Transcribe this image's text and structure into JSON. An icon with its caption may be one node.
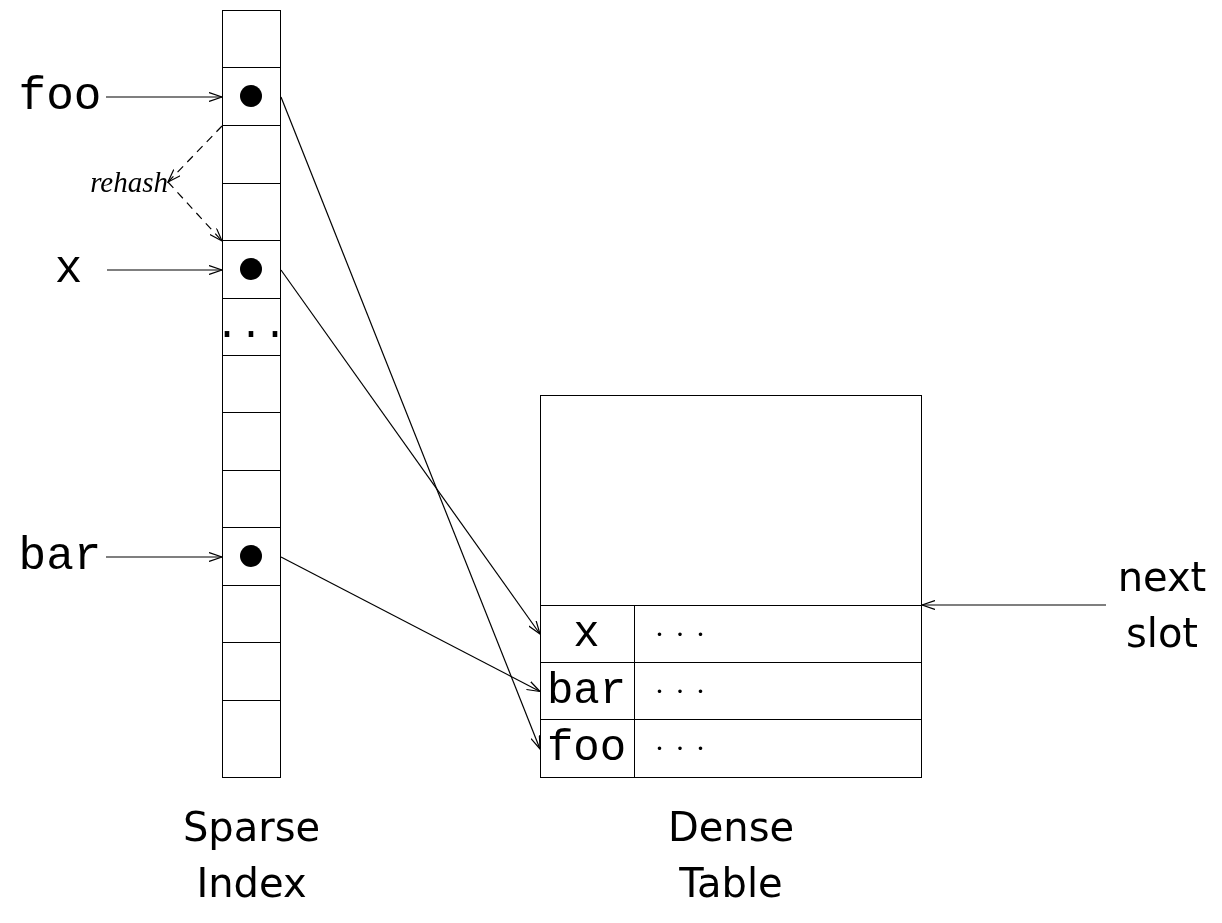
{
  "diagram": {
    "nodes": [
      {
        "text": [
          "foo"
        ]
      },
      {
        "text": [
          "rehash"
        ]
      },
      {
        "text": [
          "x"
        ]
      },
      {
        "text": [
          "bar"
        ]
      },
      {
        "text": [
          "Sparse Index"
        ]
      },
      {
        "text": [],
        "shape": "box",
        "in": 4
      },
      {
        "text": [],
        "shape": "box",
        "in": 4
      },
      {
        "text": [],
        "shape": "box",
        "in": 4
      },
      {
        "text": [],
        "shape": "box",
        "in": 4
      },
      {
        "text": [],
        "shape": "box",
        "in": 4
      },
      {
        "text": [
          "..."
        ],
        "in": 4
      },
      {
        "text": [],
        "shape": "box",
        "in": 4
      },
      {
        "text": [],
        "shape": "box",
        "in": 4
      },
      {
        "text": [],
        "shape": "box",
        "in": 4
      },
      {
        "text": [],
        "shape": "box",
        "in": 4
      },
      {
        "text": [],
        "shape": "box",
        "in": 4
      },
      {
        "text": [],
        "shape": "box",
        "in": 4
      },
      {
        "text": [],
        "shape": "box",
        "in": 4
      },
      {
        "text": [
          "Dense Table"
        ]
      },
      {
        "text": [
          "x"
        ],
        "in": 18
      },
      {
        "text": [
          "···"
        ],
        "in": 18
      },
      {
        "text": [
          "bar"
        ],
        "in": 18
      },
      {
        "text": [
          "···"
        ],
        "in": 18
      },
      {
        "text": [
          "foo"
        ],
        "in": 18
      },
      {
        "text": [
          "···"
        ],
        "in": 18
      },
      {
        "text": [
          "next slot"
        ]
      }
    ],
    "edges": [
      {
        "from": 0,
        "to": 6,
        "arrow": "to"
      },
      {
        "from": 6,
        "to": 1,
        "arrow": "to",
        "style": "dashed"
      },
      {
        "from": 1,
        "to": 9,
        "arrow": "to",
        "style": "dashed"
      },
      {
        "from": 2,
        "to": 9,
        "arrow": "to"
      },
      {
        "from": 6,
        "to": 23,
        "arrow": "to"
      },
      {
        "from": 9,
        "to": 19,
        "arrow": "to"
      },
      {
        "from": 14,
        "to": 21,
        "arrow": "to"
      },
      {
        "from": 3,
        "to": 14,
        "arrow": "to"
      },
      {
        "from": 25,
        "to": 18,
        "arrow": "to"
      }
    ]
  }
}
